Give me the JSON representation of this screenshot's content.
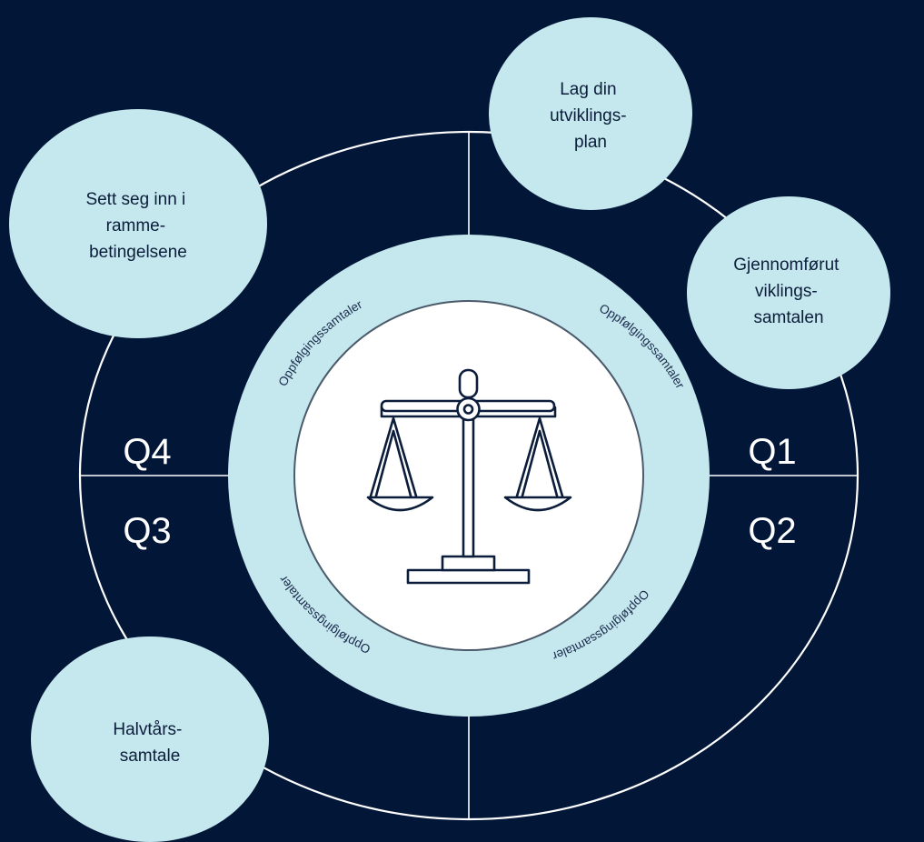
{
  "quarters": {
    "q1": "Q1",
    "q2": "Q2",
    "q3": "Q3",
    "q4": "Q4"
  },
  "bubbles": {
    "plan": [
      "Lag din",
      "utviklings-",
      "plan"
    ],
    "conduct": [
      "Gjennomførut",
      "viklings-",
      "samtalen"
    ],
    "frame": [
      "Sett seg inn i",
      "ramme-",
      "betingelsene"
    ],
    "half_year": [
      "Halvtårs-",
      "samtale"
    ]
  },
  "ring_labels": {
    "top_left": "Oppfølgingssamtaler",
    "top_right": "Oppfølgingssamtaler",
    "bottom_right": "Oppfølgingssamtaler",
    "bottom_left": "Oppfølgingssamtaler"
  },
  "center_icon": "scales-of-justice-icon",
  "colors": {
    "background": "#021638",
    "bubble": "#c5e7ee",
    "ring": "#c5e7ee",
    "center": "#ffffff",
    "icon_stroke": "#0b1d3a",
    "lines": "#ffffff"
  }
}
